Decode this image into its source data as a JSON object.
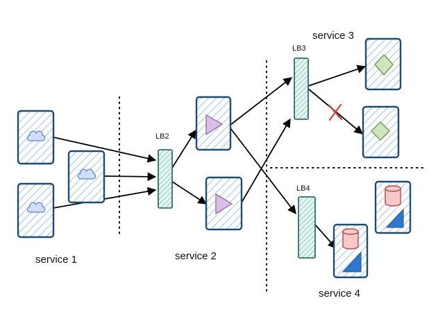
{
  "services": {
    "service1": "service 1",
    "service2": "service 2",
    "service3": "service 3",
    "service4": "service 4"
  },
  "load_balancers": {
    "lb2": "LB2",
    "lb3": "LB3",
    "lb4": "LB4"
  },
  "icons": {
    "service1": "cloud-icon",
    "service2": "triangle-icon",
    "service3": "diamond-icon",
    "service4": "database-icon",
    "failed_link": "x-mark-icon"
  },
  "colors": {
    "card_stroke": "#1e4b6e",
    "card_hatch": "#a9c9e4",
    "lb_hatch": "#7cc9be",
    "cloud": "#cfe0ff",
    "triangle": "#d9bfe3",
    "diamond": "#cfe6bd",
    "database": "#f5c9c9",
    "wedge": "#2f78d0",
    "failure": "#d04040"
  }
}
